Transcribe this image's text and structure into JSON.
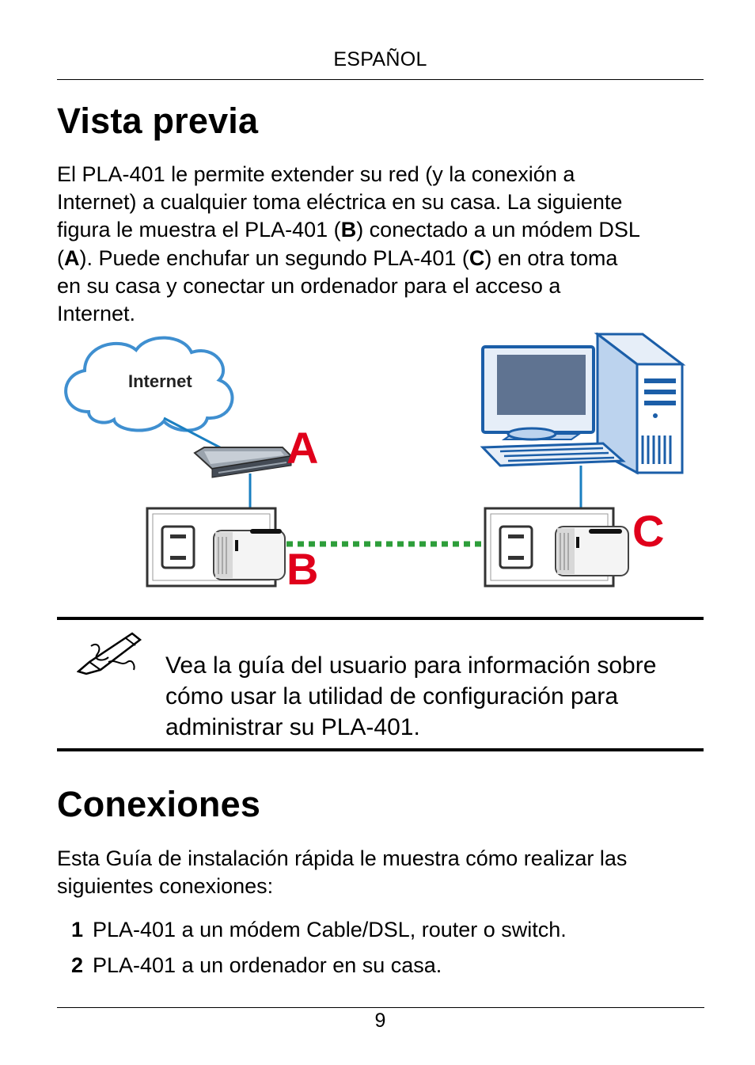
{
  "header": {
    "section": "ESPAÑOL"
  },
  "overview": {
    "title": "Vista previa",
    "p1": "El PLA-401 le permite extender su red (y la conexión a",
    "p2": "Internet) a cualquier toma eléctrica en su casa. La siguiente",
    "p3a": "figura le muestra el PLA-401 (",
    "p3b": "B",
    "p3c": ") conectado a un módem DSL",
    "p4a": "(",
    "p4b": "A",
    "p4c": "). Puede enchufar un segundo PLA-401 (",
    "p4d": "C",
    "p4e": ") en otra toma",
    "p5": "en su casa y conectar un ordenador para el acceso a",
    "p6": "Internet."
  },
  "diagram": {
    "cloud_label": "Internet",
    "label_a": "A",
    "label_b": "B",
    "label_c": "C",
    "colors": {
      "label_red": "#e0001b",
      "cable_blue": "#1a7fc1",
      "plc_green": "#2d9e3a",
      "cloud_edge": "#3f8fd0"
    }
  },
  "note": {
    "icon": "pencil-note-icon",
    "line1": "Vea la guía del usuario para información sobre",
    "line2": "cómo usar la utilidad de configuración para",
    "line3": "administrar su PLA-401."
  },
  "connections": {
    "title": "Conexiones",
    "p1": "Esta Guía de instalación rápida le muestra cómo realizar las",
    "p2": "siguientes conexiones:",
    "items": [
      {
        "num": "1",
        "text": "PLA-401 a un módem Cable/DSL, router o switch."
      },
      {
        "num": "2",
        "text": "PLA-401 a un ordenador en su casa."
      }
    ]
  },
  "footer": {
    "page": "9"
  }
}
